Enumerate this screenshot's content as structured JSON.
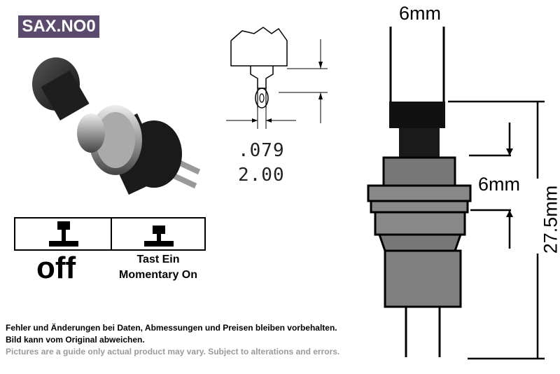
{
  "product_code": "SAX.NO0",
  "technical": {
    "dim_inch": ".079",
    "dim_mm": "2.00"
  },
  "switch_table": {
    "off_label": "off",
    "momentary_label_de": "Tast Ein",
    "momentary_label_en": "Momentary On"
  },
  "dimensions": {
    "top_width": "6mm",
    "mid_width": "6mm",
    "height": "27.5mm"
  },
  "notes": {
    "line1": "Fehler und Änderungen bei Daten, Abmessungen und Preisen bleiben vorbehalten.",
    "line2": "Bild kann vom Original abweichen.",
    "line3": "Pictures are a guide only actual product may vary. Subject to alterations and errors."
  }
}
